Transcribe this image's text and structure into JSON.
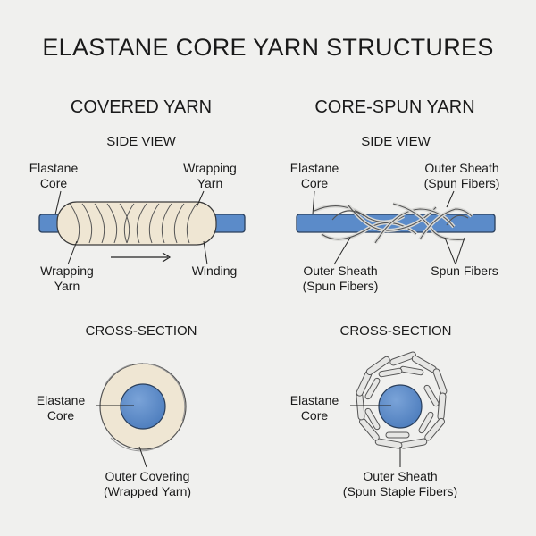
{
  "title": "ELASTANE CORE YARN STRUCTURES",
  "left": {
    "heading": "COVERED YARN",
    "side_view": {
      "heading": "SIDE VIEW",
      "labels": [
        "Elastane\nCore",
        "Wrapping\nYarn",
        "Wrapping\nYarn",
        "Winding"
      ]
    },
    "cross_section": {
      "heading": "CROSS-SECTION",
      "labels": [
        "Elastane\nCore",
        "Outer Covering\n(Wrapped Yarn)"
      ]
    }
  },
  "right": {
    "heading": "CORE-SPUN YARN",
    "side_view": {
      "heading": "SIDE VIEW",
      "labels": [
        "Elastane\nCore",
        "Outer Sheath\n(Spun Fibers)",
        "Outer Sheath\n(Spun Fibers)",
        "Spun Fibers"
      ]
    },
    "cross_section": {
      "heading": "CROSS-SECTION",
      "labels": [
        "Elastane\nCore",
        "Outer Sheath\n(Spun Staple Fibers)"
      ]
    }
  },
  "colors": {
    "core": "#5b8bc9",
    "core_outline": "#2a3f5c",
    "wrap": "#efe6d3",
    "fiber": "#e6e6e4",
    "outline": "#333333"
  }
}
